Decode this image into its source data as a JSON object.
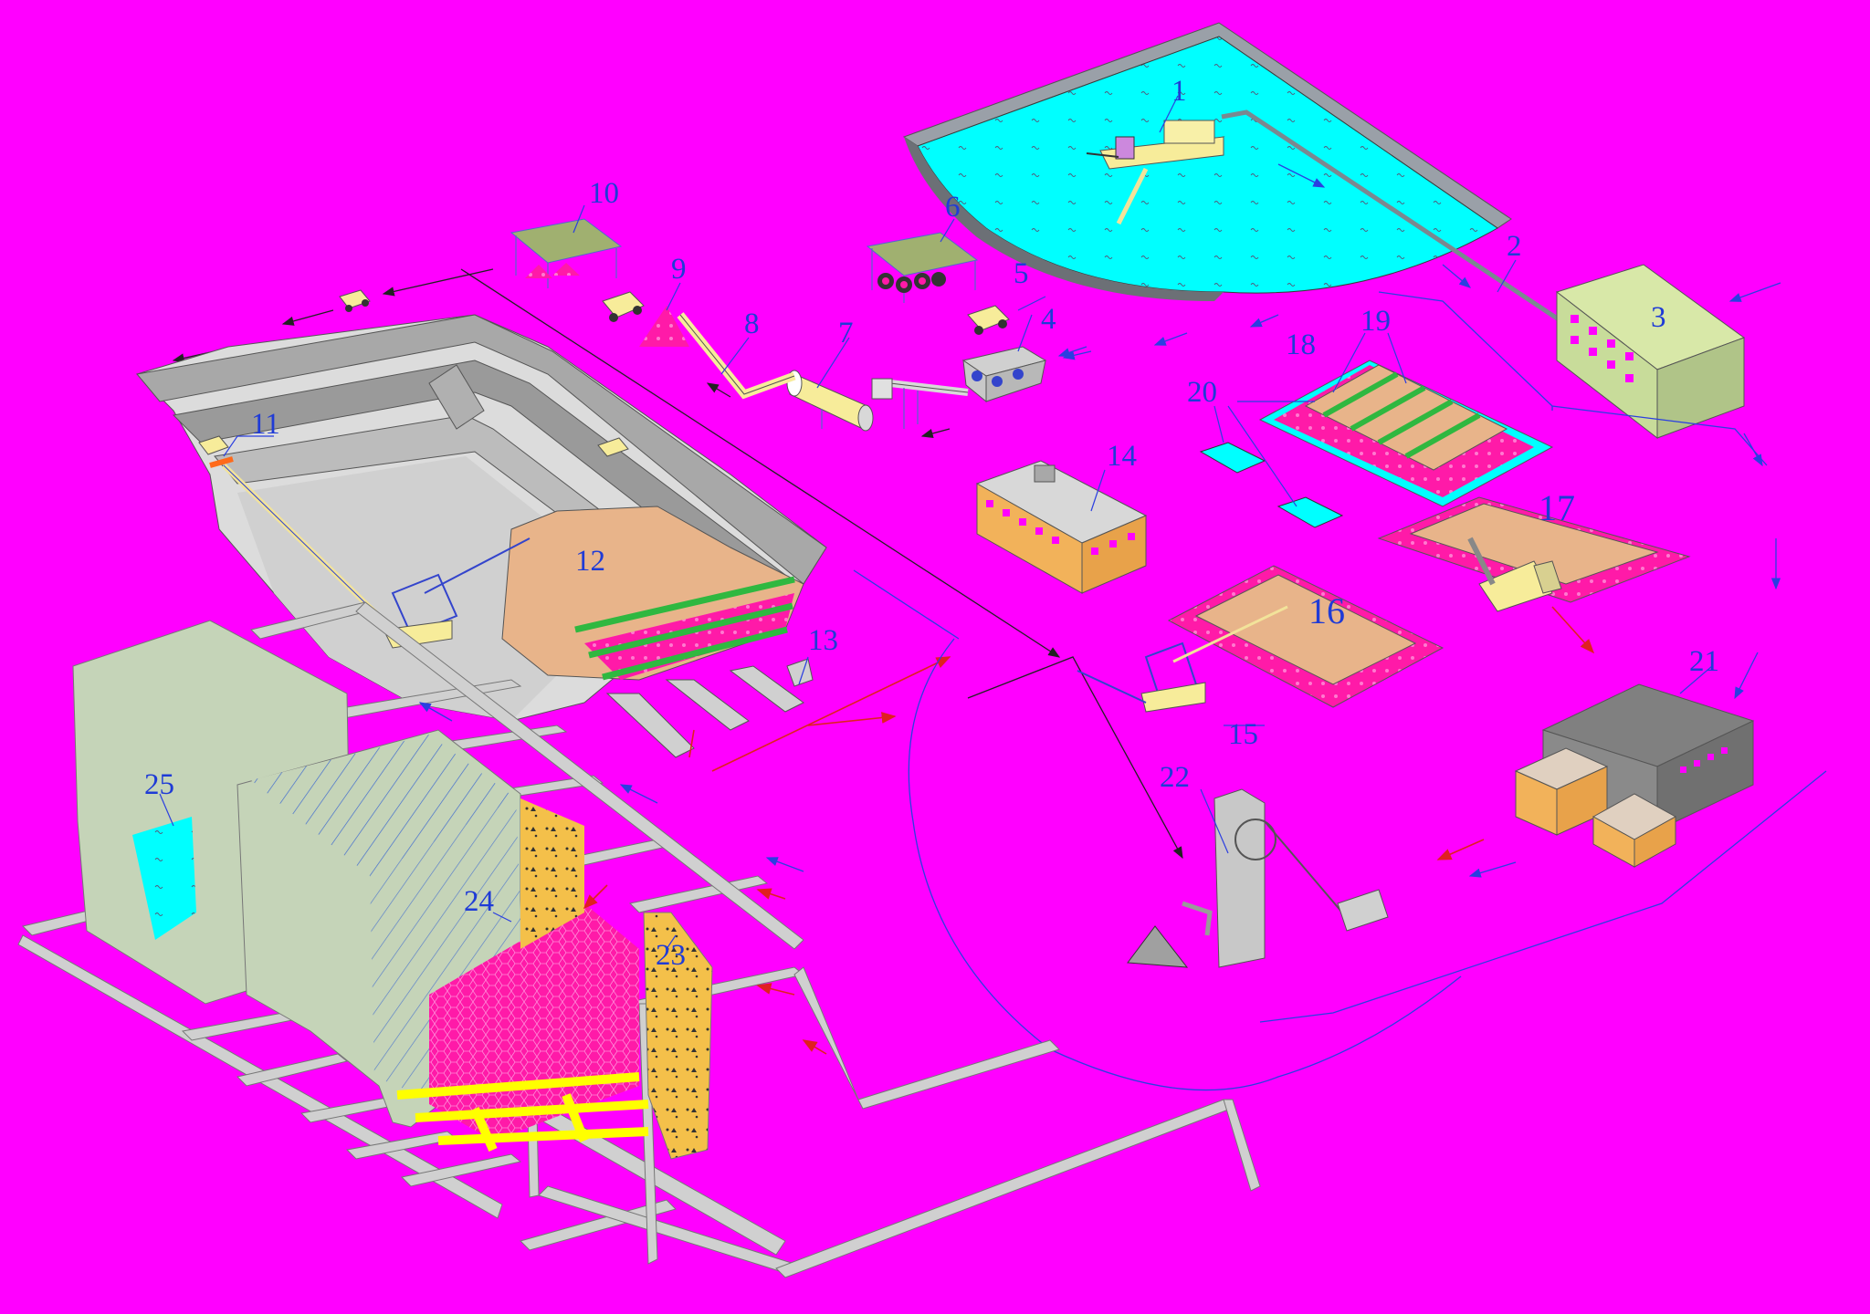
{
  "labels": [
    {
      "id": "1",
      "text": "1"
    },
    {
      "id": "2",
      "text": "2"
    },
    {
      "id": "3",
      "text": "3"
    },
    {
      "id": "4",
      "text": "4"
    },
    {
      "id": "5",
      "text": "5"
    },
    {
      "id": "6",
      "text": "6"
    },
    {
      "id": "7",
      "text": "7"
    },
    {
      "id": "8",
      "text": "8"
    },
    {
      "id": "9",
      "text": "9"
    },
    {
      "id": "10",
      "text": "10"
    },
    {
      "id": "11",
      "text": "11"
    },
    {
      "id": "12",
      "text": "12"
    },
    {
      "id": "13",
      "text": "13"
    },
    {
      "id": "14",
      "text": "14"
    },
    {
      "id": "15",
      "text": "15"
    },
    {
      "id": "16",
      "text": "16"
    },
    {
      "id": "17",
      "text": "17"
    },
    {
      "id": "18",
      "text": "18"
    },
    {
      "id": "19",
      "text": "19"
    },
    {
      "id": "20",
      "text": "20"
    },
    {
      "id": "21",
      "text": "21"
    },
    {
      "id": "22",
      "text": "22"
    },
    {
      "id": "23",
      "text": "23"
    },
    {
      "id": "24",
      "text": "24"
    },
    {
      "id": "25",
      "text": "25"
    }
  ],
  "colors": {
    "background": "#ff00ff",
    "water": "#00ffff",
    "pit": "#d6d6d6",
    "building_green": "#c8dc9a",
    "building_orange": "#f2b25a",
    "stockpile": "#e8b48a",
    "ore_hatched": "#ff1aa8",
    "rock_gray_green": "#c5d4b8",
    "gallery": "#d0d0d0",
    "label_blue": "#1f3bd6"
  },
  "icons": [
    "dredge-icon",
    "building-icon",
    "dump-truck-icon",
    "loader-icon",
    "excavator-icon",
    "dragline-icon",
    "headframe-icon",
    "conveyor-icon",
    "rotary-kiln-icon",
    "canopy-shelter-icon",
    "ore-heap-icon"
  ]
}
